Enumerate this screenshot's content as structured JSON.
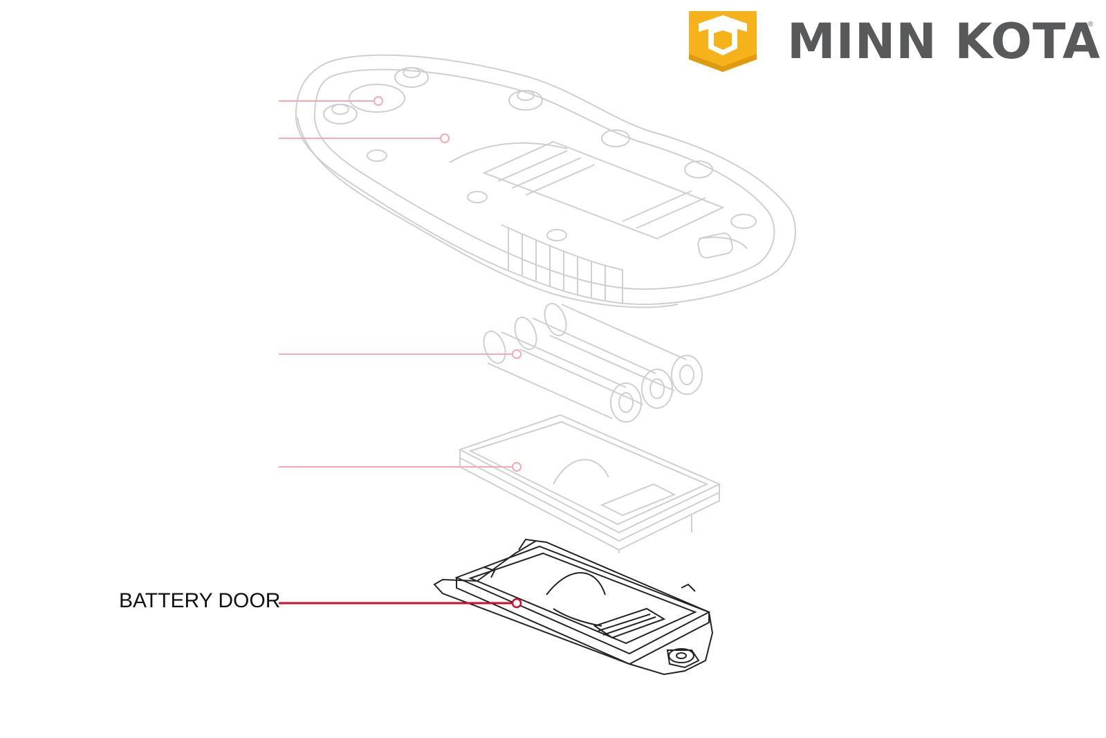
{
  "brand": {
    "name": "MINN KOTA",
    "registered_mark": "®",
    "logo_color": "#f5b21b",
    "text_color": "#58595b"
  },
  "diagram": {
    "callouts": [
      {
        "id": "callout-1",
        "label": "",
        "active": false
      },
      {
        "id": "callout-2",
        "label": "",
        "active": false
      },
      {
        "id": "callout-3",
        "label": "",
        "active": false
      },
      {
        "id": "callout-4",
        "label": "",
        "active": false
      },
      {
        "id": "callout-5",
        "label": "BATTERY DOOR",
        "active": true
      }
    ],
    "colors": {
      "active_line": "#c8102e",
      "inactive_line": "#f2a9b3",
      "faded_part": "#c9c9c9",
      "active_part": "#1a1a1a"
    }
  }
}
